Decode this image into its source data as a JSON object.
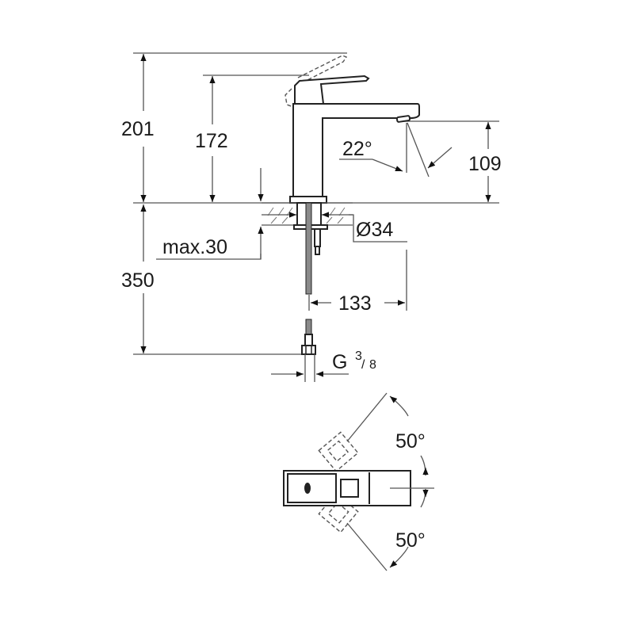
{
  "drawing": {
    "title": "Basin mixer dimension drawing",
    "dimensions": {
      "total_height": "201",
      "spout_top_height": "172",
      "spout_outlet_height": "109",
      "spout_angle": "22°",
      "hole_diameter": "Ø34",
      "max_deck_thickness": "max.30",
      "hose_length": "350",
      "spout_projection": "133",
      "connection_thread_G": "G",
      "connection_thread_num": "3",
      "connection_thread_den": "8",
      "rotation_angle_upper": "50°",
      "rotation_angle_lower": "50°"
    },
    "colors": {
      "line": "#222222",
      "dimension_line": "#555555",
      "background": "#ffffff"
    }
  }
}
